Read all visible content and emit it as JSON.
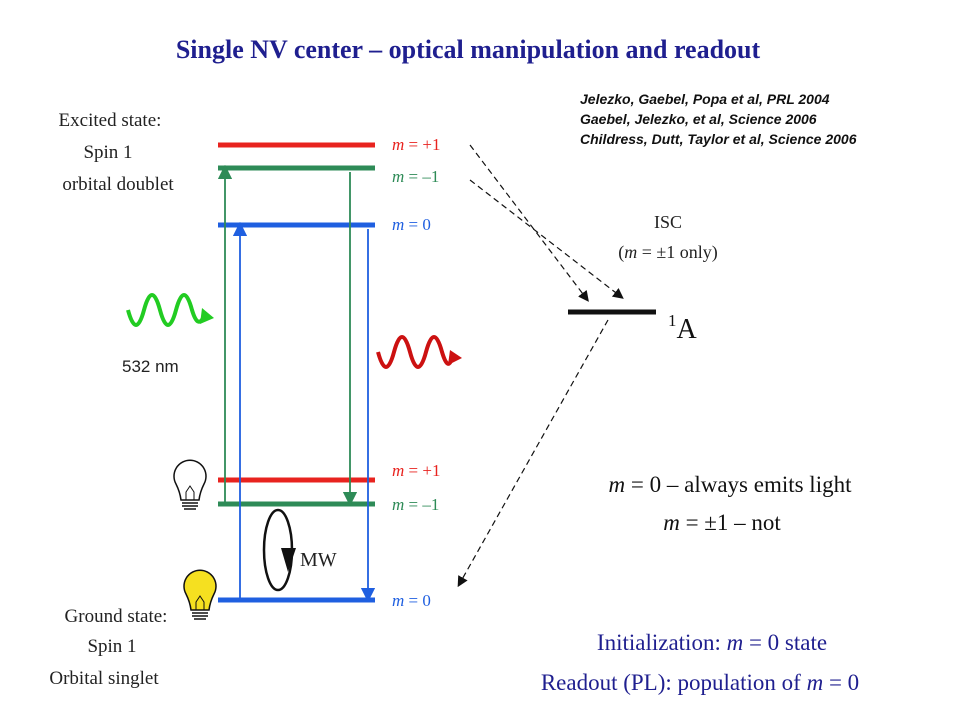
{
  "title": "Single NV center – optical manipulation and readout",
  "references": [
    "Jelezko, Gaebel, Popa et al, PRL 2004",
    "Gaebel, Jelezko, et al, Science 2006",
    "Childress, Dutt, Taylor et al, Science 2006"
  ],
  "excited_state": {
    "line1": "Excited state:",
    "line2": "Spin 1",
    "line3": "orbital doublet"
  },
  "ground_state": {
    "line1": "Ground state:",
    "line2": "Spin 1",
    "line3": "Orbital singlet"
  },
  "levels": {
    "m_plus": {
      "m": "m",
      "rest": " = +1"
    },
    "m_minus": {
      "m": "m",
      "rest": " = –1"
    },
    "m_zero": {
      "m": "m",
      "rest": " = 0"
    }
  },
  "isc": {
    "line1": "ISC",
    "line2_open": "(",
    "line2_m": "m",
    "line2_rest": " = ±1 only)"
  },
  "singlet": {
    "sup": "1",
    "label": "A"
  },
  "excitation_label": "532 nm",
  "mw_label": "MW",
  "emission": {
    "line1_m": "m",
    "line1_rest": " = 0 – always emits light",
    "line2_m": "m",
    "line2_rest": " = ±1 – not"
  },
  "summary": {
    "line1_pre": "Initialization: ",
    "line1_m": "m",
    "line1_rest": " = 0 state",
    "line2_pre": "Readout (PL): population of ",
    "line2_m": "m",
    "line2_rest": " = 0"
  },
  "colors": {
    "title": "#1f1f8f",
    "m_plus": "#e8231f",
    "m_minus": "#2e8b57",
    "m_zero": "#1f5fe0",
    "excitation_wave": "#22cc22",
    "emission_wave": "#cc1111",
    "text": "#222222",
    "bulb_on": "#f5e020"
  }
}
